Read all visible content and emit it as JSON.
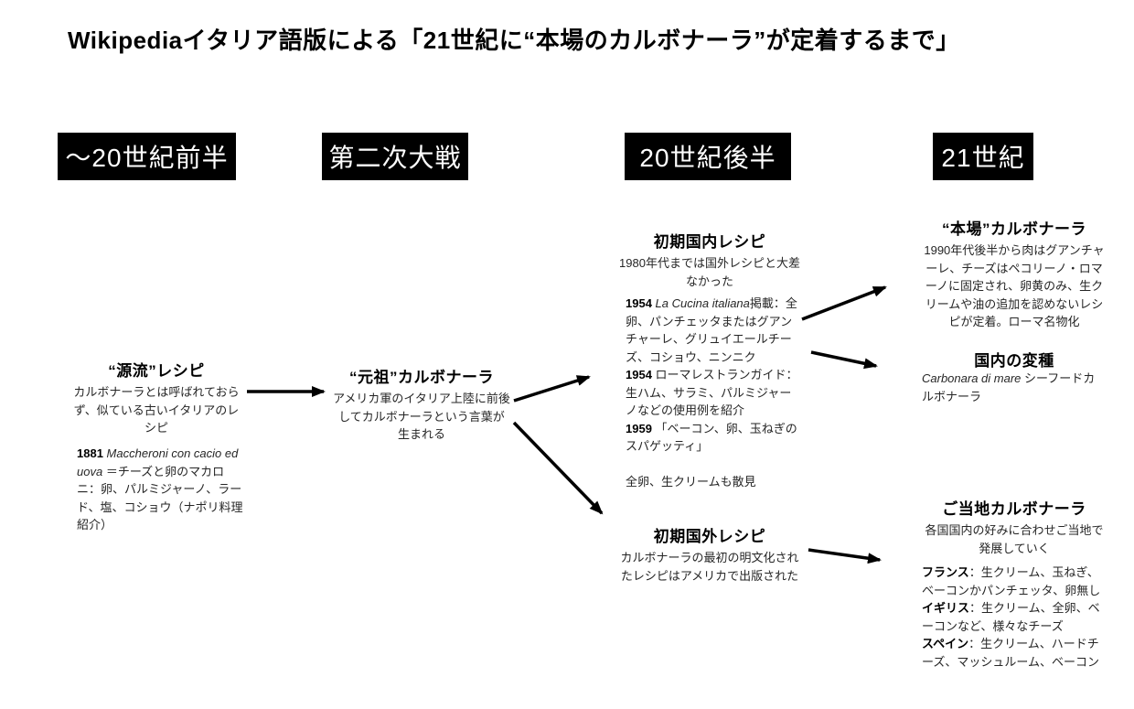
{
  "title": "Wikipediaイタリア語版による「21世紀に“本場のカルボナーラ”が定着するまで」",
  "colors": {
    "header_bg": "#000000",
    "header_text": "#ffffff",
    "text": "#262626",
    "arrow": "#000000",
    "background": "#ffffff"
  },
  "timeline_headers": [
    {
      "label": "～20世紀前半"
    },
    {
      "label": "第二次大戦"
    },
    {
      "label": "20世紀後半"
    },
    {
      "label": "21世紀"
    }
  ],
  "nodes": {
    "genryu": {
      "heading": "“源流”レシピ",
      "body": "カルボナーラとは呼ばれておらず、似ている古いイタリアのレシピ",
      "detail_runs": [
        {
          "t": "1881 ",
          "b": true
        },
        {
          "t": "Maccheroni con cacio ed uova",
          "i": true
        },
        {
          "t": " ＝チーズと卵のマカロニ：卵、パルミジャーノ、ラード、塩、コショウ（ナポリ料理紹介）"
        }
      ]
    },
    "ganso": {
      "heading": "“元祖”カルボナーラ",
      "body": "アメリカ軍のイタリア上陸に前後してカルボナーラという言葉が生まれる"
    },
    "kokunai": {
      "heading": "初期国内レシピ",
      "body": "1980年代までは国外レシピと大差なかった",
      "detail_runs": [
        {
          "t": "1954 ",
          "b": true
        },
        {
          "t": "La Cucina italiana",
          "i": true
        },
        {
          "t": "掲載：全卵、パンチェッタまたはグアンチャーレ、グリュイエールチーズ、コショウ、ニンニク\n"
        },
        {
          "t": "1954 ",
          "b": true
        },
        {
          "t": "ローマレストランガイド：生ハム、サラミ、パルミジャーノなどの使用例を紹介\n"
        },
        {
          "t": "1959 ",
          "b": true
        },
        {
          "t": "「ベーコン、卵、玉ねぎのスパゲッティ」\n\n全卵、生クリームも散見"
        }
      ]
    },
    "honba": {
      "heading": "“本場”カルボナーラ",
      "body": "1990年代後半から肉はグアンチャーレ、チーズはペコリーノ・ロマーノに固定され、卵黄のみ、生クリームや油の追加を認めないレシピが定着。ローマ名物化"
    },
    "kokunai_hensyu": {
      "heading": "国内の変種",
      "detail_runs": [
        {
          "t": "Carbonara di mare",
          "i": true
        },
        {
          "t": " シーフードカルボナーラ"
        }
      ]
    },
    "kokugai": {
      "heading": "初期国外レシピ",
      "body": "カルボナーラの最初の明文化されたレシピはアメリカで出版された"
    },
    "gotochi": {
      "heading": "ご当地カルボナーラ",
      "body": "各国国内の好みに合わせご当地で発展していく",
      "detail_runs": [
        {
          "t": "フランス",
          "b": true
        },
        {
          "t": "：生クリーム、玉ねぎ、ベーコンかパンチェッタ、卵無し\n"
        },
        {
          "t": "イギリス",
          "b": true
        },
        {
          "t": "：生クリーム、全卵、ベーコンなど、様々なチーズ\n"
        },
        {
          "t": "スペイン",
          "b": true
        },
        {
          "t": "：生クリーム、ハードチーズ、マッシュルーム、ベーコン"
        }
      ]
    }
  },
  "edges": [
    {
      "from": "genryu",
      "to": "ganso"
    },
    {
      "from": "ganso",
      "to": "kokunai"
    },
    {
      "from": "ganso",
      "to": "kokugai"
    },
    {
      "from": "kokunai",
      "to": "honba"
    },
    {
      "from": "kokunai",
      "to": "kokunai_hensyu"
    },
    {
      "from": "kokugai",
      "to": "gotochi"
    }
  ]
}
